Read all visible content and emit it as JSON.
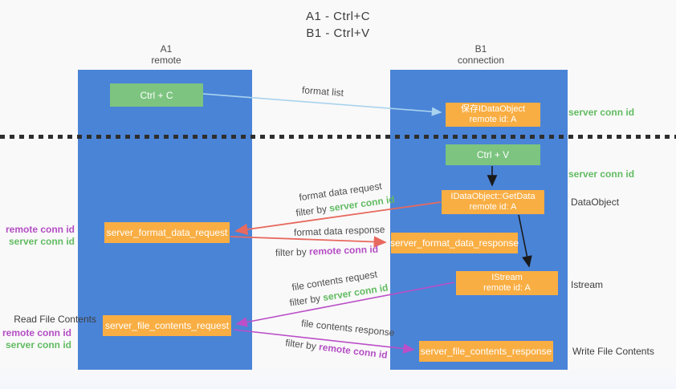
{
  "title": {
    "line1": "A1 - Ctrl+C",
    "line2": "B1 - Ctrl+V"
  },
  "columns": {
    "a": {
      "name": "A1",
      "subtitle": "remote"
    },
    "b": {
      "name": "B1",
      "subtitle": "connection"
    }
  },
  "nodes": {
    "ctrl_c": {
      "label": "Ctrl + C"
    },
    "ctrl_v": {
      "label": "Ctrl + V"
    },
    "save_idataobject": {
      "line1": "保存IDataObject",
      "line2": "remote id: A"
    },
    "getdata": {
      "line1": "IDataObject::GetData",
      "line2": "remote id: A"
    },
    "format_request": {
      "label": "server_format_data_request"
    },
    "format_response": {
      "label": "server_format_data_response"
    },
    "istream": {
      "line1": "IStream",
      "line2": "remote id: A"
    },
    "file_request": {
      "label": "server_file_contents_request"
    },
    "file_response": {
      "label": "server_file_contents_response"
    }
  },
  "right_labels": {
    "server_conn_id_top": "server conn id",
    "server_conn_id_mid": "server conn id",
    "dataobject": "DataObject",
    "istream": "Istream",
    "write_file_contents": "Write File Contents"
  },
  "left_labels": {
    "remote_conn_id_1": "remote conn id",
    "server_conn_id_1": "server conn id",
    "read_file_contents": "Read File Contents",
    "remote_conn_id_2": "remote conn id",
    "server_conn_id_2": "server conn id"
  },
  "edge_labels": {
    "format_list": "format list",
    "format_data_request": "format data request",
    "format_data_response": "format data response",
    "file_contents_request": "file contents request",
    "file_contents_response": "file contents response",
    "filter_by": "filter by",
    "server_conn_id": "server conn id",
    "remote_conn_id": "remote conn id"
  },
  "colors": {
    "column_blue": "#4a84d7",
    "node_green": "#7cc47f",
    "node_orange": "#f9ae43",
    "server_conn_green": "#62bb62",
    "remote_conn_purple": "#b44ec4",
    "request_arrow_red": "#e8695f",
    "file_arrow_purple": "#bb4fc8",
    "format_list_blue": "#a9d3ee"
  }
}
